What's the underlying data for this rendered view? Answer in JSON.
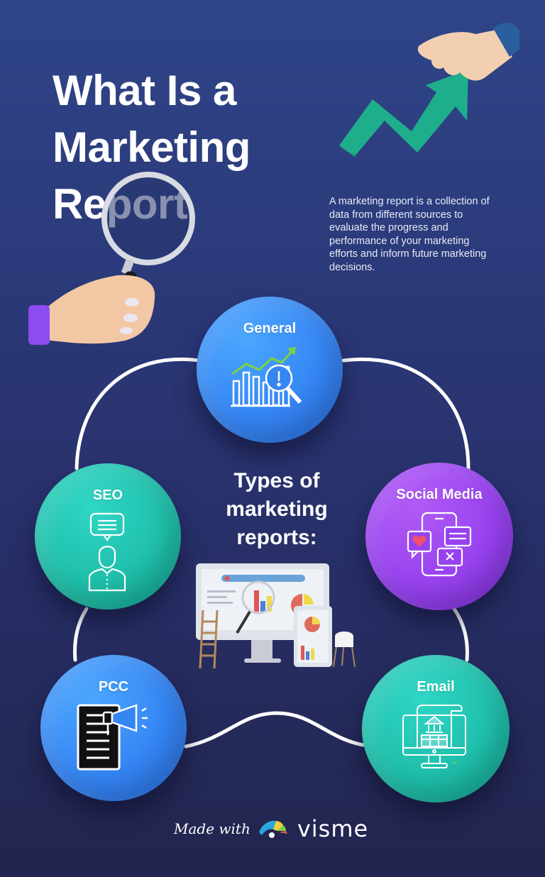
{
  "title": {
    "line1": "What Is a",
    "line2": "Marketing",
    "line3": "Report"
  },
  "description": "A marketing report is a collection of data from different sources to evaluate the progress and performance of your marketing efforts and inform future marketing decisions.",
  "center_heading": {
    "line1": "Types of",
    "line2": "marketing",
    "line3": "reports:"
  },
  "report_types": [
    {
      "label": "General",
      "icon": "chart-magnifier-icon",
      "color": "#3585f3"
    },
    {
      "label": "SEO",
      "icon": "person-speech-bubble-icon",
      "color": "#1fbfaa"
    },
    {
      "label": "Social Media",
      "icon": "phone-chat-icon",
      "color": "#9742ef"
    },
    {
      "label": "PCC",
      "icon": "document-megaphone-icon",
      "color": "#3585f3"
    },
    {
      "label": "Email",
      "icon": "monitor-newsletter-icon",
      "color": "#1fbfaa"
    }
  ],
  "footer": {
    "made_with": "Made with",
    "brand": "visme"
  },
  "colors": {
    "bg_top": "#2f4589",
    "bg_bottom": "#22254d",
    "arrow_green": "#1fae8c"
  }
}
